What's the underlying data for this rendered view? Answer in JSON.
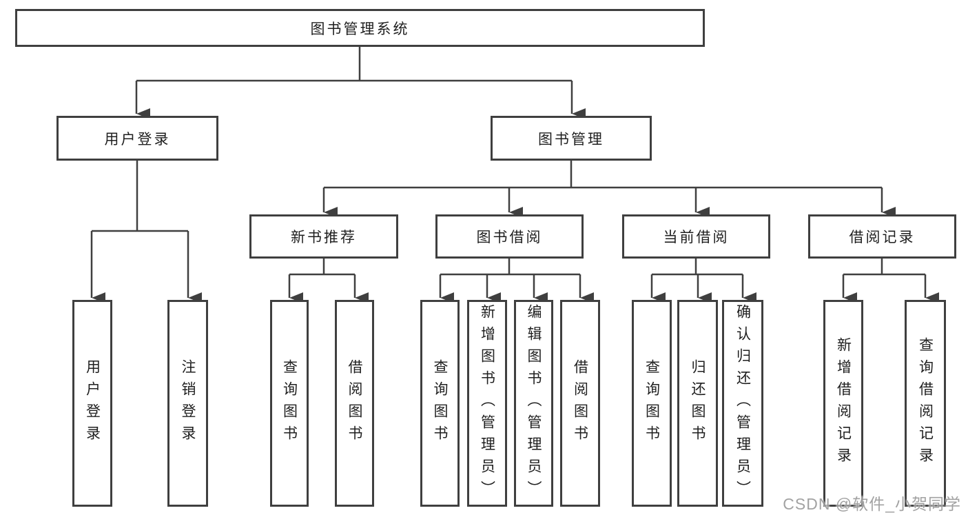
{
  "colors": {
    "line": "#3f3f3f",
    "box_border": "#3f3f3f",
    "box_fill": "#ffffff",
    "text": "#1f1f1f",
    "watermark": "#9b9b9b",
    "background": "#ffffff"
  },
  "watermark": {
    "text": "CSDN @软件_小贺同学"
  },
  "nodes": [
    {
      "id": "root",
      "label": "图书管理系统"
    },
    {
      "id": "user-login",
      "label": "用户登录"
    },
    {
      "id": "book-management",
      "label": "图书管理"
    },
    {
      "id": "new-book-recommend",
      "label": "新书推荐"
    },
    {
      "id": "book-borrowing",
      "label": "图书借阅"
    },
    {
      "id": "current-borrowing",
      "label": "当前借阅"
    },
    {
      "id": "borrowing-records",
      "label": "借阅记录"
    },
    {
      "id": "leaf-user-login",
      "label": "用户登录"
    },
    {
      "id": "leaf-logout",
      "label": "注销登录"
    },
    {
      "id": "leaf-query-books-recommend",
      "label": "查询图书"
    },
    {
      "id": "leaf-borrow-books-recommend",
      "label": "借阅图书"
    },
    {
      "id": "leaf-query-books-borrowing",
      "label": "查询图书"
    },
    {
      "id": "leaf-add-books-admin",
      "label": "新增图书（管理员）"
    },
    {
      "id": "leaf-edit-books-admin",
      "label": "编辑图书（管理员）"
    },
    {
      "id": "leaf-borrow-books-borrowing",
      "label": "借阅图书"
    },
    {
      "id": "leaf-query-books-current",
      "label": "查询图书"
    },
    {
      "id": "leaf-return-books",
      "label": "归还图书"
    },
    {
      "id": "leaf-confirm-return-admin",
      "label": "确认归还（管理员）"
    },
    {
      "id": "leaf-add-borrow-record",
      "label": "新增借阅记录"
    },
    {
      "id": "leaf-query-borrow-record",
      "label": "查询借阅记录"
    }
  ]
}
